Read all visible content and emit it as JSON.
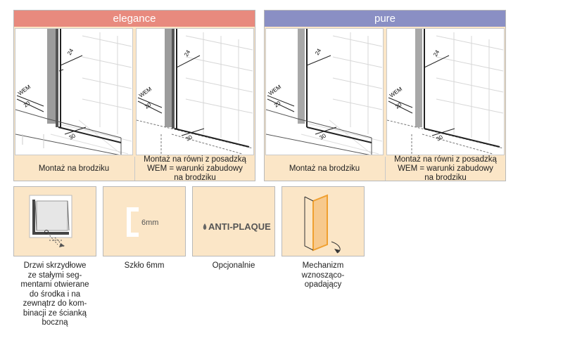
{
  "panels": [
    {
      "header": "elegance",
      "header_color": "#e88a7e",
      "captions": [
        "Montaż na brodziku",
        "Montaż na równi z posadzką\nWEM = warunki zabudowy\nna brodziku"
      ]
    },
    {
      "header": "pure",
      "header_color": "#8a8fc4",
      "captions": [
        "Montaż na brodziku",
        "Montaż na równi z posadzką\nWEM = warunki zabudowy\nna brodziku"
      ]
    }
  ],
  "drawing_labels": {
    "wem": "WEM",
    "dim_24": "24",
    "dim_20": "20",
    "dim_30": "30"
  },
  "features": [
    {
      "icon": "door-segment-diagram-icon",
      "label": "Drzwi skrzydłowe\nze stałymi seg-\nmentami otwierane\ndo środka i na\nzewnątrz do kom-\nbinacji ze ścianką\nboczną"
    },
    {
      "icon": "glass-6mm-icon",
      "icon_text": "6mm",
      "label": "Szkło 6mm"
    },
    {
      "icon": "anti-plaque-icon",
      "icon_text": "ANTI-PLAQUE",
      "label": "Opcjonalnie"
    },
    {
      "icon": "lift-hinge-icon",
      "label": "Mechanizm\nwznosząco-\nopadający"
    }
  ],
  "colors": {
    "panel_bg": "#fbe6c7",
    "border": "#b9b9b9",
    "accent_orange": "#f0a030"
  }
}
